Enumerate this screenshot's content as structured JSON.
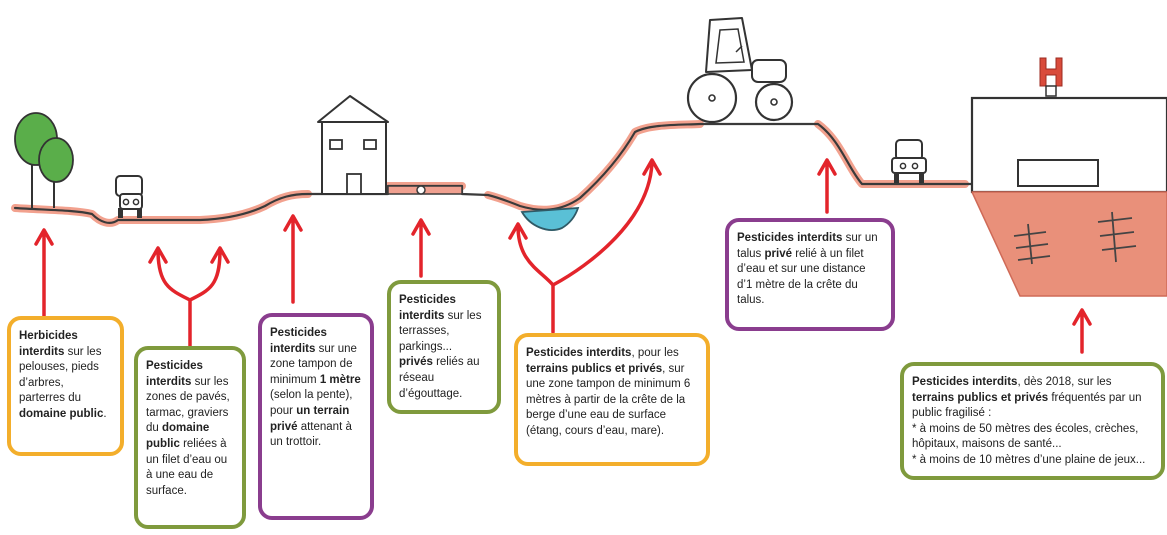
{
  "colors": {
    "orange_box": "#f3ae2b",
    "green_box": "#7f9a3d",
    "purple_box": "#8a3d8e",
    "arrow_red": "#e3242b",
    "ground_highlight": "#f0907a",
    "water": "#5ac0d6",
    "tree_green": "#5aae4a",
    "h_sign": "#d94b3b"
  },
  "icons": [
    "tree-icon",
    "small-car-icon",
    "house-icon",
    "tractor-icon",
    "hospital-icon",
    "h-sign-icon"
  ],
  "boxes": [
    {
      "id": "lawns",
      "color": "orange",
      "parts": [
        {
          "b": "Herbicides interdits"
        },
        {
          "t": " sur les pelouses, pieds d’arbres, parterres du "
        },
        {
          "b": "domaine public"
        },
        {
          "t": "."
        }
      ]
    },
    {
      "id": "paving",
      "color": "green",
      "parts": [
        {
          "b": "Pesticides interdits"
        },
        {
          "t": " sur les zones de pavés, tarmac, graviers du "
        },
        {
          "b": "domaine public"
        },
        {
          "t": " reliées à un filet d’eau ou à une eau de surface."
        }
      ]
    },
    {
      "id": "private-buffer",
      "color": "purple",
      "parts": [
        {
          "b": "Pesticides interdits"
        },
        {
          "t": " sur une zone tampon de minimum "
        },
        {
          "b": "1 mètre"
        },
        {
          "t": " (selon la pente), pour "
        },
        {
          "b": "un terrain privé"
        },
        {
          "t": " attenant à un trottoir."
        }
      ]
    },
    {
      "id": "terraces",
      "color": "green",
      "parts": [
        {
          "b": "Pesticides interdits"
        },
        {
          "t": " sur les terrasses, parkings... "
        },
        {
          "b": "privés"
        },
        {
          "t": " reliés au réseau d’égouttage."
        }
      ]
    },
    {
      "id": "water-buffer",
      "color": "orange",
      "parts": [
        {
          "b": "Pesticides interdits"
        },
        {
          "t": ", pour les "
        },
        {
          "b": "terrains publics et privés"
        },
        {
          "t": ", sur une zone tampon de minimum 6 mètres à partir de la crête de la berge d’une eau de surface (étang, cours d’eau, mare)."
        }
      ]
    },
    {
      "id": "slope",
      "color": "purple",
      "parts": [
        {
          "b": "Pesticides interdits"
        },
        {
          "t": " sur un talus "
        },
        {
          "b": "privé"
        },
        {
          "t": " relié à un filet d’eau et sur une distance d’1 mètre de la crête du talus."
        }
      ]
    },
    {
      "id": "vulnerable",
      "color": "green",
      "parts": [
        {
          "b": "Pesticides interdits"
        },
        {
          "t": ", dès 2018, sur les "
        },
        {
          "b": "terrains publics et privés"
        },
        {
          "t": " fréquentés par un public fragilisé :"
        },
        {
          "br": true
        },
        {
          "t": "* à moins de 50 mètres des écoles, crèches, hôpitaux, maisons de santé..."
        },
        {
          "br": true
        },
        {
          "t": "* à moins de 10 mètres d’une plaine de jeux..."
        }
      ]
    }
  ]
}
